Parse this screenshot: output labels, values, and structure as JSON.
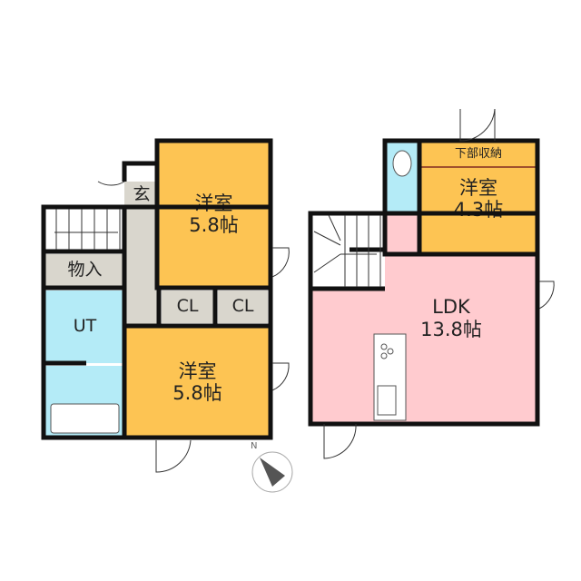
{
  "left_floor": {
    "bedroom_top": {
      "name": "洋室",
      "size": "5.8帖"
    },
    "bedroom_bottom": {
      "name": "洋室",
      "size": "5.8帖"
    },
    "entrance": "玄",
    "storage": "物入",
    "utility": "UT",
    "closet_1": "CL",
    "closet_2": "CL"
  },
  "right_floor": {
    "bedroom": {
      "name": "洋室",
      "size": "4.3帖"
    },
    "under_storage": "下部収納",
    "ldk": {
      "name": "LDK",
      "size": "13.8帖"
    }
  },
  "compass": {
    "north_label": "N"
  },
  "colors": {
    "bedroom": "#fdc453",
    "wet": "#b4ebf7",
    "storage": "#d9d6cd",
    "ldk": "#ffcbcf"
  }
}
